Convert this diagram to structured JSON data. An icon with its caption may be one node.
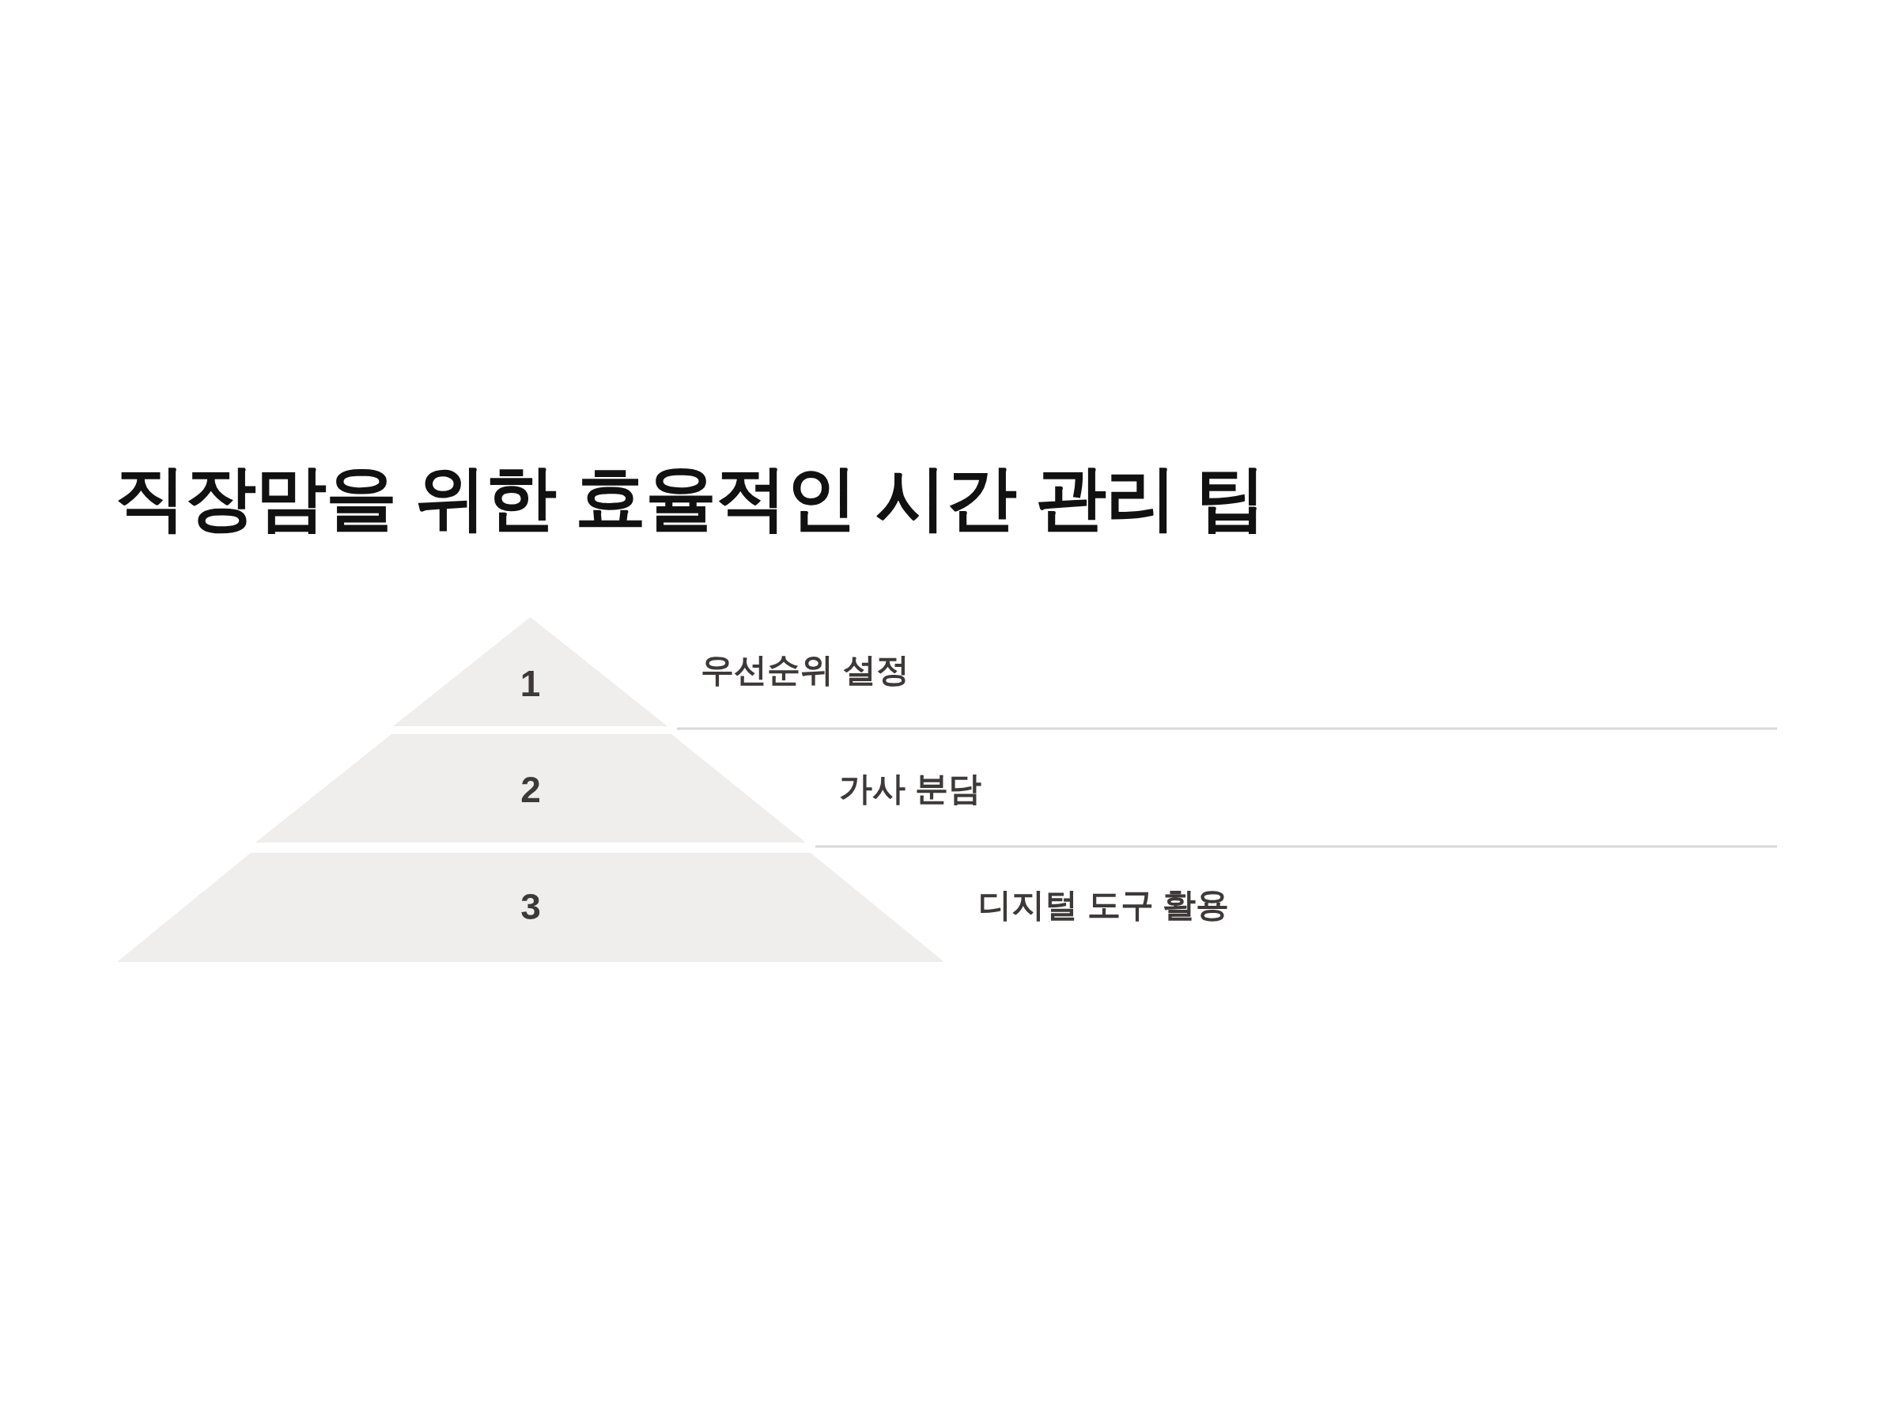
{
  "diagram": {
    "title": "직장맘을 위한 효율적인 시간 관리 팁",
    "nodes": [
      {
        "text": [
          "1"
        ],
        "beside": [
          "우선순위 설정"
        ]
      },
      {
        "text": [
          "2"
        ],
        "beside": [
          "가사 분담"
        ]
      },
      {
        "text": [
          "3"
        ],
        "beside": [
          "디지털 도구 활용"
        ]
      }
    ],
    "edges": []
  }
}
